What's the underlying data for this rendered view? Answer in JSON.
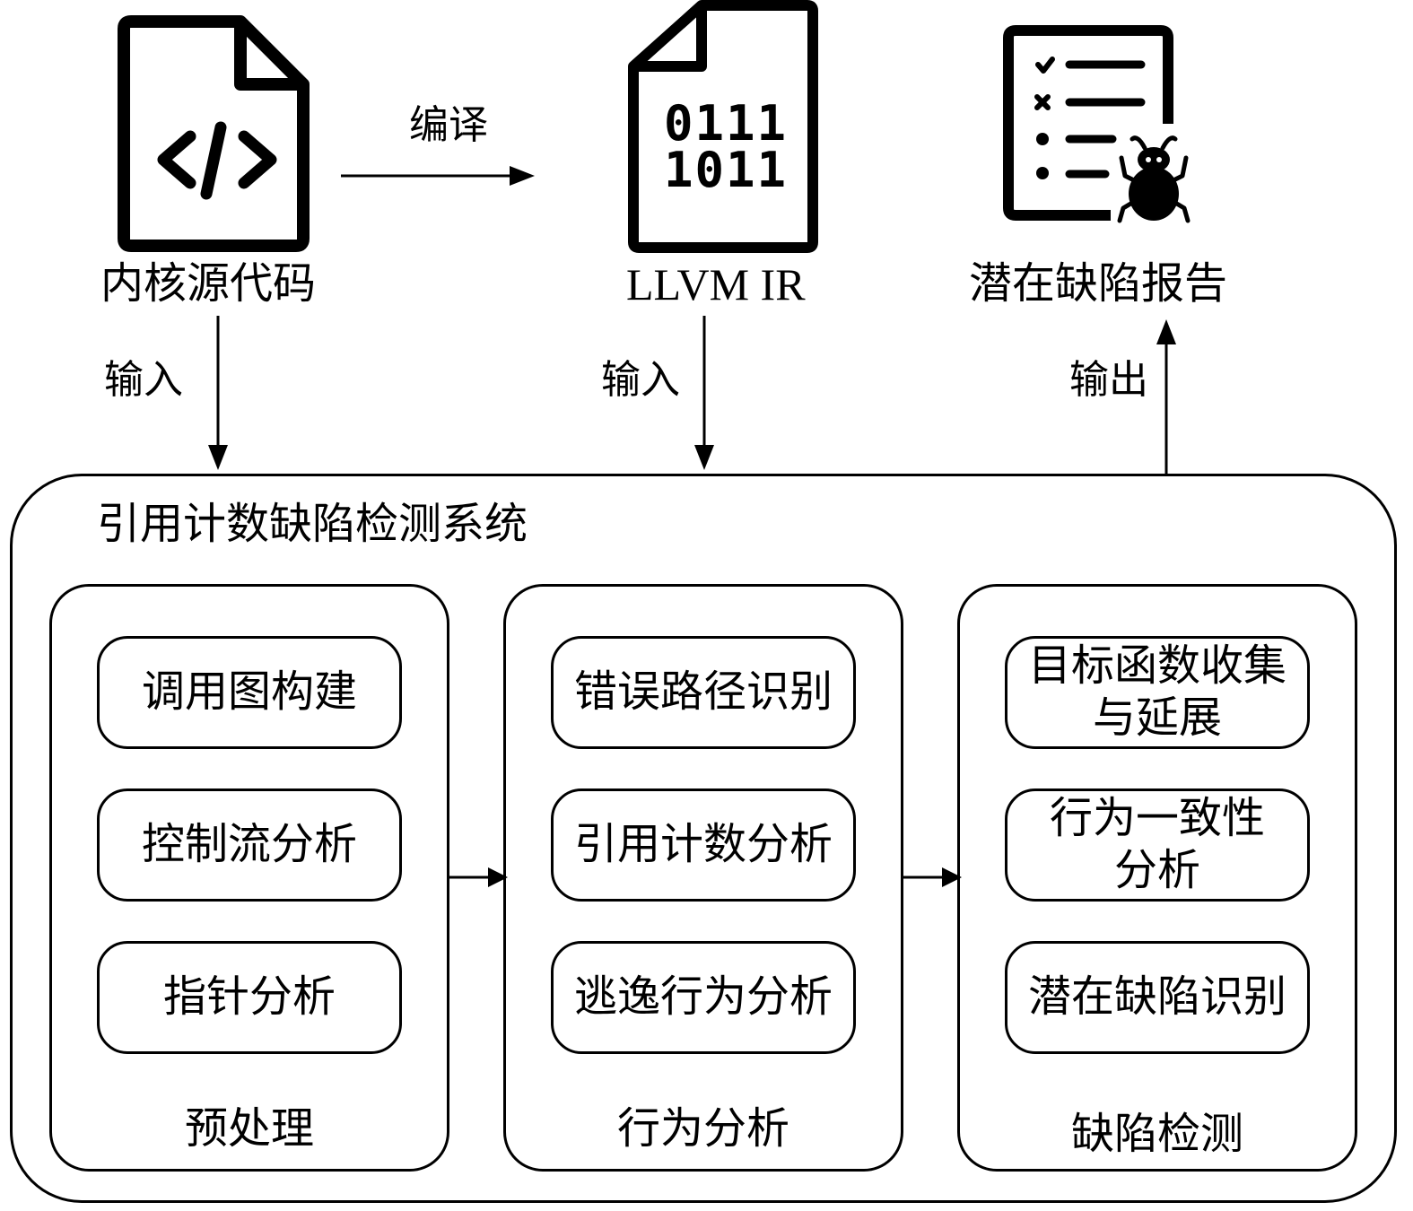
{
  "top": {
    "source": {
      "label": "内核源代码",
      "icon": "code-file-icon"
    },
    "compile_edge": {
      "label": "编译"
    },
    "ir": {
      "label": "LLVM IR",
      "icon": "binary-file-icon",
      "binary_lines": [
        "0111",
        "1011"
      ]
    },
    "report": {
      "label": "潜在缺陷报告",
      "icon": "bug-report-icon"
    }
  },
  "edges": {
    "input_left": "输入",
    "input_mid": "输入",
    "output_right": "输出"
  },
  "system": {
    "title": "引用计数缺陷检测系统",
    "panels": [
      {
        "title": "预处理",
        "items": [
          "调用图构建",
          "控制流分析",
          "指针分析"
        ]
      },
      {
        "title": "行为分析",
        "items": [
          "错误路径识别",
          "引用计数分析",
          "逃逸行为分析"
        ]
      },
      {
        "title": "缺陷检测",
        "items": [
          "目标函数收集与延展",
          "行为一致性分析",
          "潜在缺陷识别"
        ]
      }
    ]
  }
}
